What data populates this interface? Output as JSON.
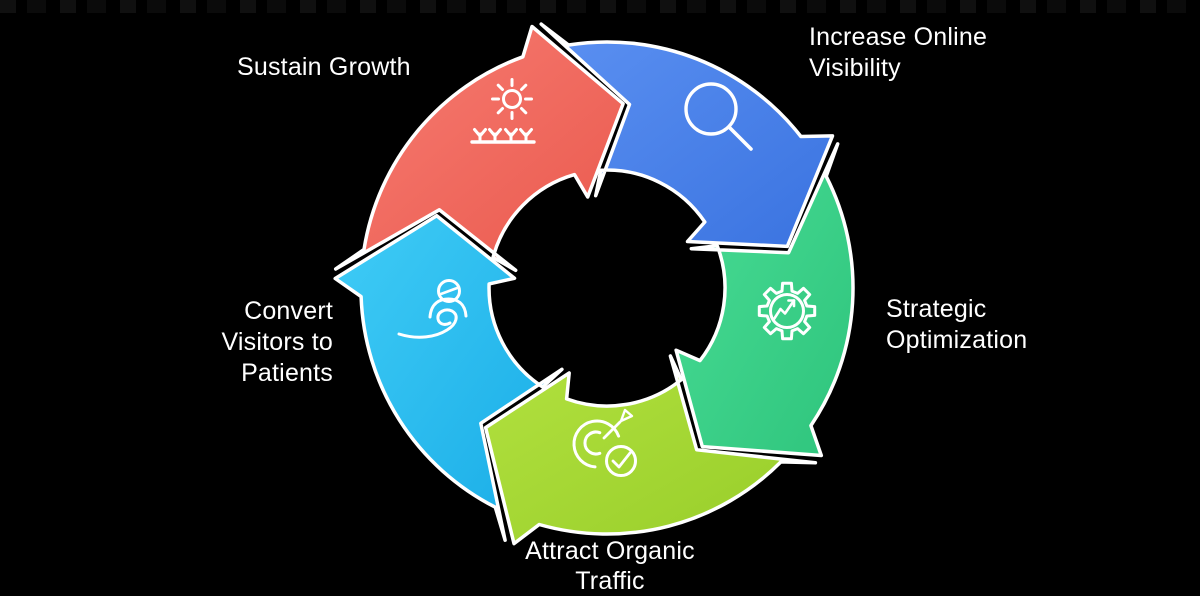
{
  "diagram": {
    "background": "#000000",
    "outline": "#FFFFFF",
    "text_color": "#FFFFFF",
    "type": "cycle",
    "segments": [
      {
        "id": "increase-online-visibility",
        "label": "Increase Online\nVisibility",
        "icon": "magnifier-icon",
        "color_start": "#5C91F2",
        "color_end": "#3A73E0"
      },
      {
        "id": "strategic-optimization",
        "label": "Strategic\nOptimization",
        "icon": "gear-chart-icon",
        "color_start": "#4ADD96",
        "color_end": "#2EC47C"
      },
      {
        "id": "attract-organic-traffic",
        "label": "Attract Organic\nTraffic",
        "icon": "target-dart-check-icon",
        "color_start": "#B2E13F",
        "color_end": "#97CD29"
      },
      {
        "id": "convert-visitors-to-patients",
        "label": "Convert\nVisitors to\nPatients",
        "icon": "hand-person-icon",
        "color_start": "#40CCF6",
        "color_end": "#17ABE6"
      },
      {
        "id": "sustain-growth",
        "label": "Sustain Growth",
        "icon": "sun-sprouts-icon",
        "color_start": "#F87D73",
        "color_end": "#E9594D"
      }
    ]
  }
}
